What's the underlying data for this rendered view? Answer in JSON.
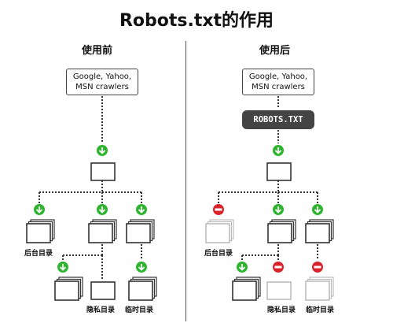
{
  "title": "Robots.txt的作用",
  "before": {
    "heading": "使用前",
    "crawler_line1": "Google, Yahoo,",
    "crawler_line2": "MSN crawlers",
    "labels": {
      "backend": "后台目录",
      "private": "隐私目录",
      "temp": "临时目录"
    }
  },
  "after": {
    "heading": "使用后",
    "crawler_line1": "Google, Yahoo,",
    "crawler_line2": "MSN crawlers",
    "robots": "ROBOTS.TXT",
    "labels": {
      "backend": "后台目录",
      "private": "隐私目录",
      "temp": "临时目录"
    }
  },
  "colors": {
    "allow": "#2db52d",
    "block": "#d9232b",
    "dark": "#333333",
    "blocked_page": "#bdbdbd"
  },
  "icons": {
    "allow": "green-down-arrow-icon",
    "block": "red-stop-icon"
  }
}
